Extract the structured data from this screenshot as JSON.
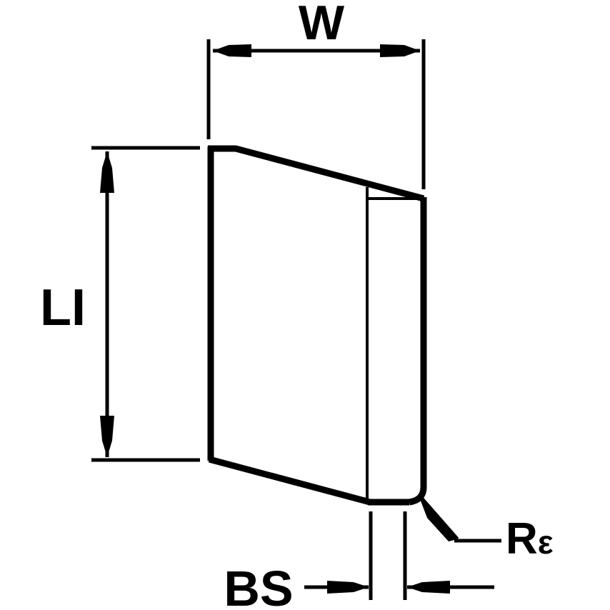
{
  "diagram": {
    "type": "insert-dimension-drawing",
    "colors": {
      "line": "#000000",
      "background": "#ffffff"
    },
    "labels": {
      "width": "W",
      "length": "Ll",
      "land_width": "BS",
      "corner_radius": "Rε"
    },
    "label_display": {
      "width": "W",
      "length": "LI",
      "land_width": "BS",
      "corner_radius_r": "R",
      "corner_radius_eps": "ε"
    }
  }
}
